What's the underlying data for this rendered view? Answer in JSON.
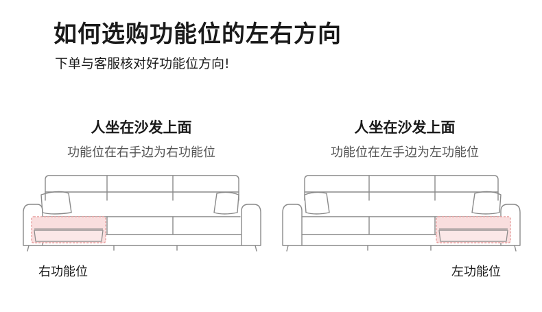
{
  "header": {
    "title": "如何选购功能位的左右方向",
    "subtitle": "下单与客服核对好功能位方向!"
  },
  "panels": [
    {
      "heading": "人坐在沙发上面",
      "description": "功能位在右手边为右功能位",
      "position_label": "右功能位",
      "highlight_side": "left"
    },
    {
      "heading": "人坐在沙发上面",
      "description": "功能位在左手边为左功能位",
      "position_label": "左功能位",
      "highlight_side": "right"
    }
  ],
  "colors": {
    "line": "#8a8a8a",
    "highlight_fill": "#f9dede",
    "highlight_stroke": "#e8a0a0"
  }
}
